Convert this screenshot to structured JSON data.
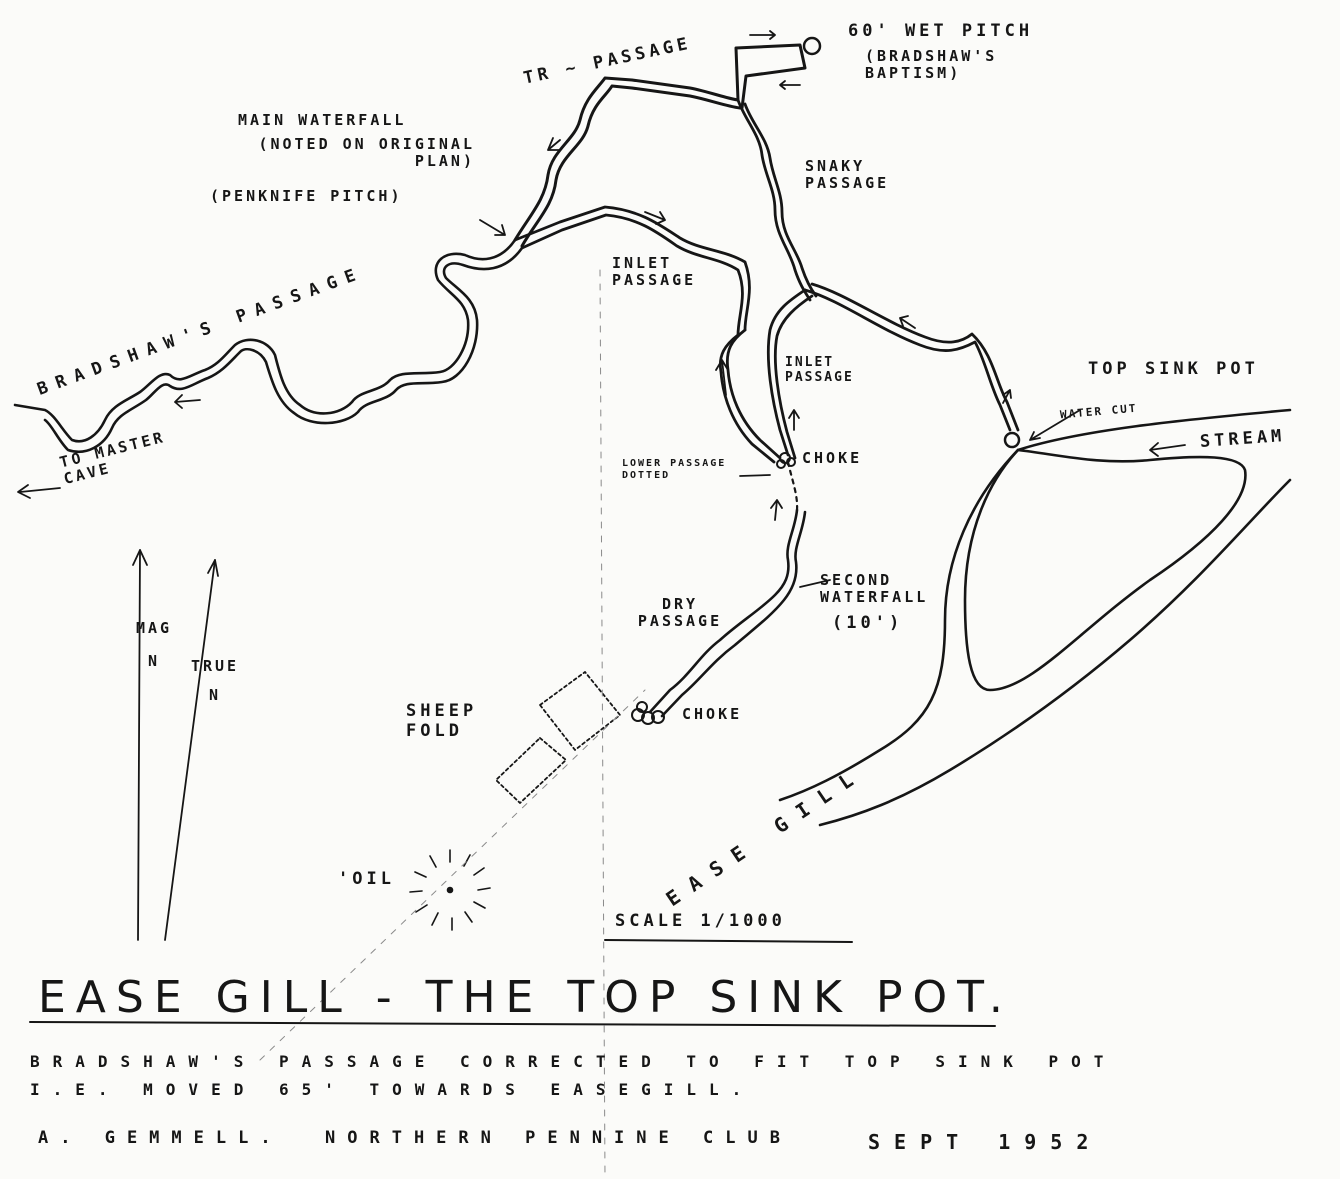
{
  "labels": {
    "wet_pitch": "60' WET PITCH",
    "bradshaws_baptism": "(BRADSHAW'S BAPTISM)",
    "tr_passage": "TR ~ PASSAGE",
    "main_waterfall": "MAIN WATERFALL",
    "noted_on_original": "(NOTED ON ORIGINAL PLAN)",
    "penknife_pitch": "(PENKNIFE PITCH)",
    "snaky_passage": "SNAKY PASSAGE",
    "bradshaws_passage": "BRADSHAW'S PASSAGE",
    "inlet_passage_upper": "INLET PASSAGE",
    "inlet_passage_lower": "INLET PASSAGE",
    "top_sink_pot": "TOP SINK POT",
    "water_cut": "WATER CUT",
    "stream": "STREAM",
    "choke_upper": "CHOKE",
    "lower_passage_dotted": "LOWER PASSAGE DOTTED",
    "to_master_cave": "TO MASTER CAVE",
    "second_waterfall": "SECOND WATERFALL",
    "second_waterfall_depth": "(10')",
    "dry_passage": "DRY PASSAGE",
    "sheep_fold": "SHEEP FOLD",
    "choke_lower": "CHOKE",
    "mag_n": "MAG N",
    "true_n": "TRUE N",
    "oil": "'OIL",
    "ease_gill": "EASE GILL",
    "scale": "SCALE 1/1000"
  },
  "title": "EASE GILL  -  THE TOP SINK POT.",
  "notes": {
    "line1": "BRADSHAW'S PASSAGE CORRECTED TO FIT TOP SINK POT",
    "line2": "I.E. MOVED 65' TOWARDS EASEGILL.",
    "author": "A. GEMMELL.",
    "club": "NORTHERN PENNINE CLUB",
    "date": "SEPT 1952"
  },
  "colors": {
    "ink": "#161616",
    "paper": "#fbfbf9"
  }
}
